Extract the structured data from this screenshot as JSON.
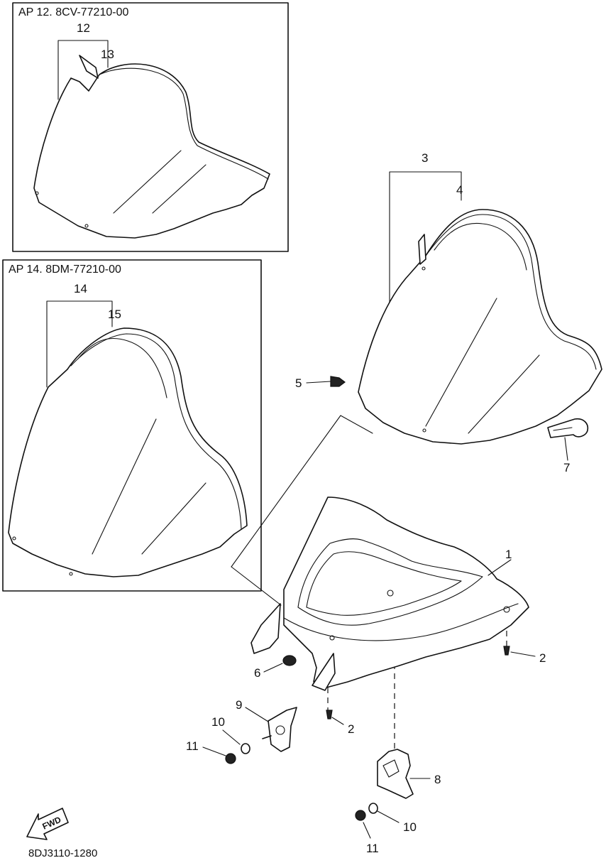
{
  "diagram": {
    "inset_a": {
      "caption": "AP 12. 8CV-77210-00",
      "labels": [
        "12",
        "13"
      ]
    },
    "inset_b": {
      "caption": "AP 14. 8DM-77210-00",
      "labels": [
        "14",
        "15"
      ]
    },
    "main_labels": {
      "windshield_assy": "3",
      "windshield_trim": "4",
      "screw_5": "5",
      "bracket_7": "7",
      "cowling_1": "1",
      "screw_2a": "2",
      "screw_2b": "2",
      "grommet_6": "6",
      "bracket_9": "9",
      "washer_10a": "10",
      "nut_11a": "11",
      "bracket_8": "8",
      "washer_10b": "10",
      "nut_11b": "11"
    },
    "fwd_arrow": "FWD",
    "drawing_code": "8DJ3110-1280"
  }
}
